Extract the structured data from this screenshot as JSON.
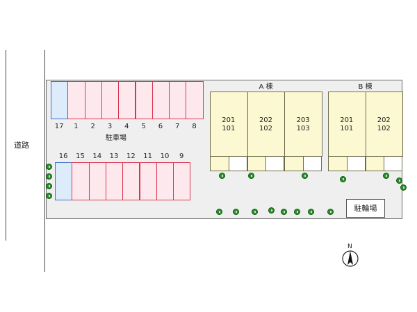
{
  "road_label": "道路",
  "parking": {
    "title": "駐車場",
    "top_row": [
      "17",
      "1",
      "2",
      "3",
      "4",
      "5",
      "6",
      "7",
      "8"
    ],
    "bottom_row": [
      "16",
      "15",
      "14",
      "13",
      "12",
      "11",
      "10",
      "9"
    ],
    "accessible_spots": [
      "17",
      "16"
    ]
  },
  "buildings": [
    {
      "name": "A 棟",
      "units": [
        {
          "upper": "201",
          "lower": "101"
        },
        {
          "upper": "202",
          "lower": "102"
        },
        {
          "upper": "203",
          "lower": "103"
        }
      ]
    },
    {
      "name": "B 棟",
      "units": [
        {
          "upper": "201",
          "lower": "101"
        },
        {
          "upper": "202",
          "lower": "102"
        }
      ]
    }
  ],
  "bicycle_parking": "駐輪場",
  "compass": "N",
  "colors": {
    "parking_border": "#d9344f",
    "accessible_border": "#3a6fc9",
    "building_fill": "#fbf8d2",
    "tree": "#2e8b2e"
  }
}
